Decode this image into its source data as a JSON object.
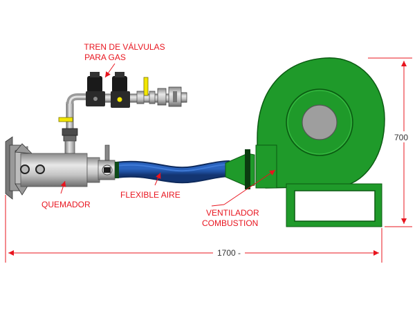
{
  "labels": {
    "gas_train_line1": "TREN DE VÁLVULAS",
    "gas_train_line2": "PARA GAS",
    "burner": "QUEMADOR",
    "flexible": "FLEXIBLE AIRE",
    "fan_line1": "VENTILADOR",
    "fan_line2": "COMBUSTION"
  },
  "dimensions": {
    "height": "700",
    "width": "1700 -"
  },
  "colors": {
    "label_text": "#e8141e",
    "dimension_line": "#e8141e",
    "fan_green": "#1f9a2a",
    "fan_dark_green": "#0b5a12",
    "hose_blue": "#1e4f9e",
    "metal_gray": "#b8b8b8",
    "valve_black": "#1a1a1a",
    "handle_yellow": "#f2e600"
  }
}
